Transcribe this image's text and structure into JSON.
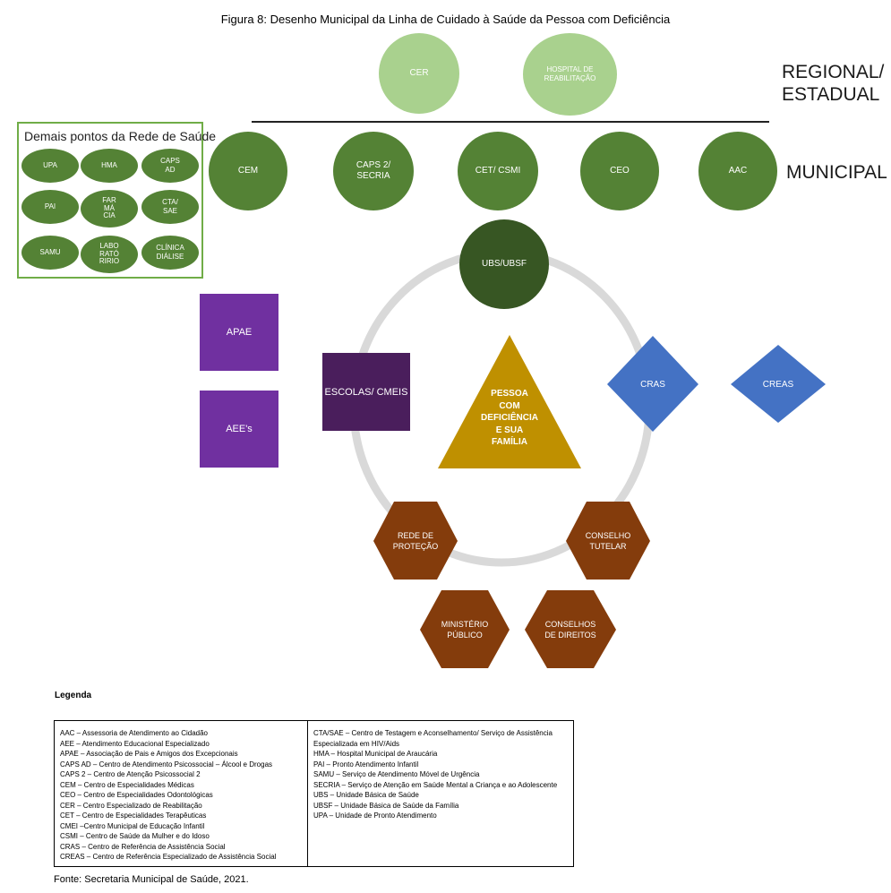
{
  "title": "Figura 8: Desenho Municipal da Linha de Cuidado à Saúde da Pessoa com Deficiência",
  "levels": {
    "regional_line1": "REGIONAL/",
    "regional_line2": "ESTADUAL",
    "municipal": "MUNICIPAL"
  },
  "regional": {
    "cer": "CER",
    "hospital_line1": "HOSPITAL DE",
    "hospital_line2": "REABILITAÇÃO"
  },
  "municipal": {
    "cem": "CEM",
    "caps2_line1": "CAPS 2/",
    "caps2_line2": "SECRIA",
    "cet": "CET/ CSMI",
    "ceo": "CEO",
    "aac": "AAC"
  },
  "demais": {
    "title": "Demais pontos da Rede de Saúde",
    "upa": "UPA",
    "hma": "HMA",
    "capsad_line1": "CAPS",
    "capsad_line2": "AD",
    "pai": "PAI",
    "farmacia_line1": "FAR",
    "farmacia_line2": "MÁ",
    "farmacia_line3": "CIA",
    "cta_line1": "CTA/",
    "cta_line2": "SAE",
    "samu": "SAMU",
    "lab_line1": "LABO",
    "lab_line2": "RATÓ",
    "lab_line3": "RIRIO",
    "clinica_line1": "CLÍNICA",
    "clinica_line2": "DIÁLISE"
  },
  "center": {
    "ubs": "UBS/UBSF",
    "pessoa_line1": "PESSOA",
    "pessoa_line2": "COM",
    "pessoa_line3": "DEFICIÊNCIA",
    "pessoa_line4": "E SUA",
    "pessoa_line5": "FAMÍLIA",
    "escolas": "ESCOLAS/ CMEIS",
    "apae": "APAE",
    "aees": "AEE's",
    "cras": "CRAS",
    "creas": "CREAS"
  },
  "hexes": {
    "rede_line1": "REDE DE",
    "rede_line2": "PROTEÇÃO",
    "conselho_line1": "CONSELHO",
    "conselho_line2": "TUTELAR",
    "mp_line1": "MINISTÉRIO",
    "mp_line2": "PÚBLICO",
    "cd_line1": "CONSELHOS",
    "cd_line2": "DE DIREITOS"
  },
  "colors": {
    "light_green": "#a9d18e",
    "mid_green": "#548235",
    "dark_green": "#375623",
    "purple": "#7030a0",
    "dark_purple": "#4a1e5c",
    "gold": "#bf9000",
    "blue": "#4472c4",
    "brown": "#843c0c",
    "ring": "#d9d9d9"
  },
  "legend": {
    "heading": "Legenda",
    "left": [
      "AAC – Assessoria de Atendimento ao Cidadão",
      "AEE – Atendimento Educacional Especializado",
      "APAE – Associação de Pais e Amigos dos Excepcionais",
      "CAPS AD – Centro de Atendimento Psicossocial – Álcool e Drogas",
      "CAPS 2 – Centro de Atenção Psicossocial 2",
      "CEM – Centro de Especialidades Médicas",
      "CEO – Centro de Especialidades Odontológicas",
      "CER – Centro Especializado de Reabilitação",
      "CET – Centro de Especialidades Terapêuticas",
      "CMEI –Centro Municipal de Educação Infantil",
      "CSMI – Centro de Saúde da Mulher e do Idoso",
      "CRAS – Centro de Referência de Assistência Social",
      "CREAS – Centro de Referência Especializado de Assistência Social"
    ],
    "right": [
      "CTA/SAE – Centro de Testagem e Aconselhamento/  Serviço de Assistência",
      "Especializada em HIV/Aids",
      "HMA – Hospital Municipal de Araucária",
      "PAI – Pronto Atendimento Infantil",
      "SAMU – Serviço de Atendimento Móvel de Urgência",
      "SECRIA – Serviço de Atenção em Saúde Mental a Criança e ao Adolescente",
      "UBS – Unidade Básica de Saúde",
      "UBSF – Unidade Básica de Saúde da Família",
      "UPA – Unidade de Pronto Atendimento"
    ]
  },
  "source": "Fonte: Secretaria Municipal de Saúde, 2021."
}
